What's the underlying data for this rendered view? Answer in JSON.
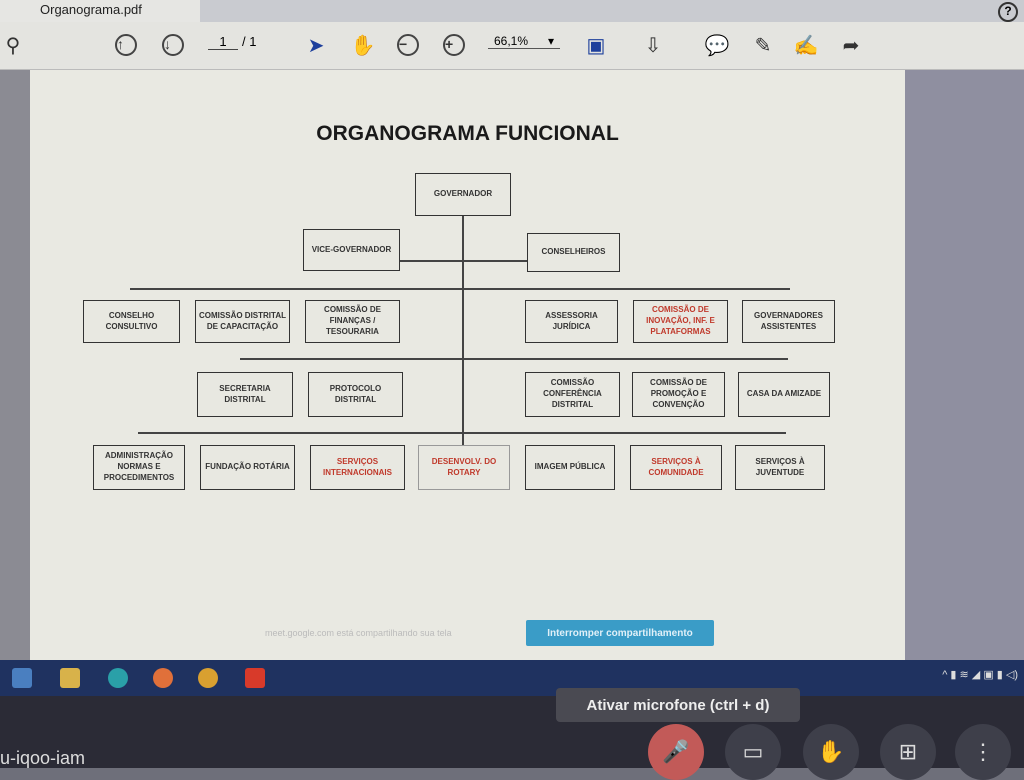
{
  "tab": {
    "title": "Organograma.pdf"
  },
  "toolbar": {
    "page_current": "1",
    "page_total": "/ 1",
    "zoom": "66,1%",
    "help": "?"
  },
  "document": {
    "title": "ORGANOGRAMA FUNCIONAL",
    "top": "GOVERNADOR",
    "vice": "VICE-GOVERNADOR",
    "conselheiros": "CONSELHEIROS",
    "row1": [
      "CONSELHO CONSULTIVO",
      "COMISSÃO DISTRITAL DE CAPACITAÇÃO",
      "COMISSÃO DE FINANÇAS / TESOURARIA",
      "ASSESSORIA JURÍDICA",
      "COMISSÃO DE INOVAÇÃO, INF. E PLATAFORMAS",
      "GOVERNADORES ASSISTENTES"
    ],
    "row2": [
      "SECRETARIA DISTRITAL",
      "PROTOCOLO DISTRITAL",
      "COMISSÃO CONFERÊNCIA DISTRITAL",
      "COMISSÃO DE PROMOÇÃO E CONVENÇÃO",
      "CASA DA AMIZADE"
    ],
    "row3": [
      "ADMINISTRAÇÃO NORMAS E PROCEDIMENTOS",
      "FUNDAÇÃO ROTÁRIA",
      "SERVIÇOS INTERNACIONAIS",
      "DESENVOLV. DO ROTARY",
      "IMAGEM PÚBLICA",
      "SERVIÇOS À COMUNIDADE",
      "SERVIÇOS À JUVENTUDE"
    ]
  },
  "share": {
    "note": "meet.google.com está compartilhando sua tela",
    "stop": "Interromper compartilhamento"
  },
  "meet": {
    "tooltip": "Ativar microfone (ctrl + d)",
    "code": "u-iqoo-iam"
  }
}
